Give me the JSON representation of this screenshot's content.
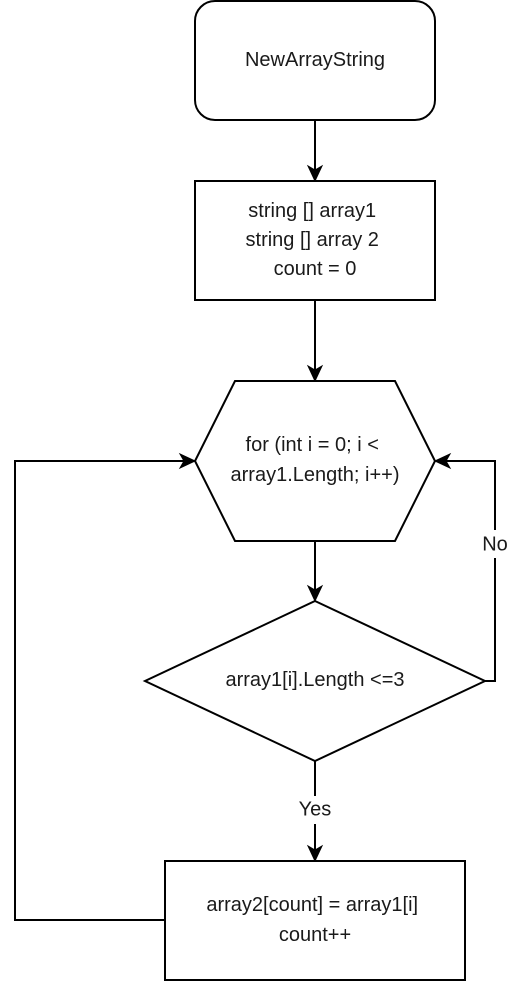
{
  "nodes": {
    "start": {
      "lines": [
        "NewArrayString"
      ]
    },
    "init": {
      "lines": [
        "string [] array1",
        "string [] array 2",
        "count = 0"
      ]
    },
    "loop": {
      "lines": [
        "for (int i = 0; i <",
        "array1.Length; i++)"
      ]
    },
    "condition": {
      "lines": [
        "array1[i].Length <=3"
      ]
    },
    "action": {
      "lines": [
        "array2[count] = array1[i]",
        "count++"
      ]
    }
  },
  "edges": {
    "no_label": "No",
    "yes_label": "Yes"
  }
}
